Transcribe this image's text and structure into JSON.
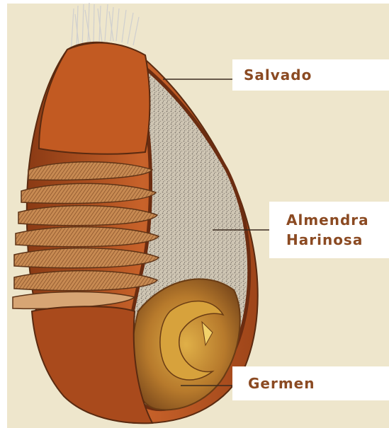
{
  "labels": {
    "salvado": "Salvado",
    "almendra_line1": "Almendra",
    "almendra_line2": "Harinosa",
    "germen": "Germen"
  },
  "colors": {
    "background": "#eee6cc",
    "label_text": "#8b4a22",
    "bran_outer": "#b8551f",
    "endosperm": "#c9bfae",
    "germ": "#b07a2a"
  }
}
